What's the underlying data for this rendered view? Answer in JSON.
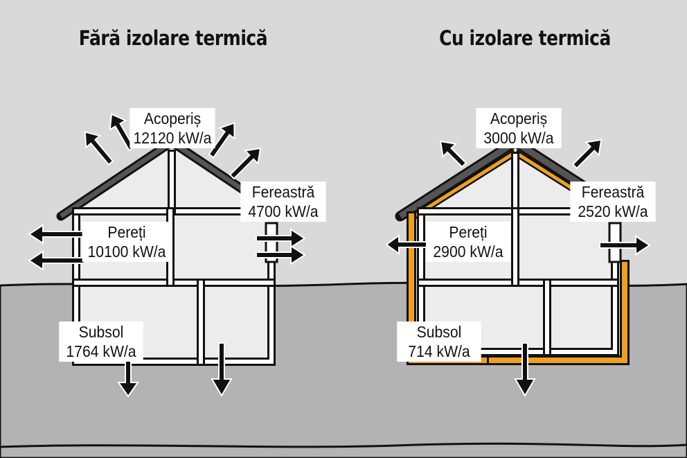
{
  "left": {
    "title": "Fără izolare termică",
    "roof": {
      "name": "Acoperiș",
      "value": "12120 kW/a"
    },
    "window": {
      "name": "Fereastră",
      "value": "4700 kW/a"
    },
    "walls": {
      "name": "Pereți",
      "value": "10100 kW/a"
    },
    "basement": {
      "name": "Subsol",
      "value": "1764 kW/a"
    }
  },
  "right": {
    "title": "Cu izolare termică",
    "roof": {
      "name": "Acoperiș",
      "value": "3000 kW/a"
    },
    "window": {
      "name": "Fereastră",
      "value": "2520 kW/a"
    },
    "walls": {
      "name": "Pereți",
      "value": "2900 kW/a"
    },
    "basement": {
      "name": "Subsol",
      "value": "714 kW/a"
    }
  },
  "colors": {
    "sky": "#d9d9d9",
    "ground": "#b3b3b3",
    "house_interior": "#ececec",
    "insulation": "#f0a020",
    "roof_panel": "#555555",
    "outline": "#111111"
  },
  "icons": [
    "heat-loss-arrow-icon"
  ]
}
